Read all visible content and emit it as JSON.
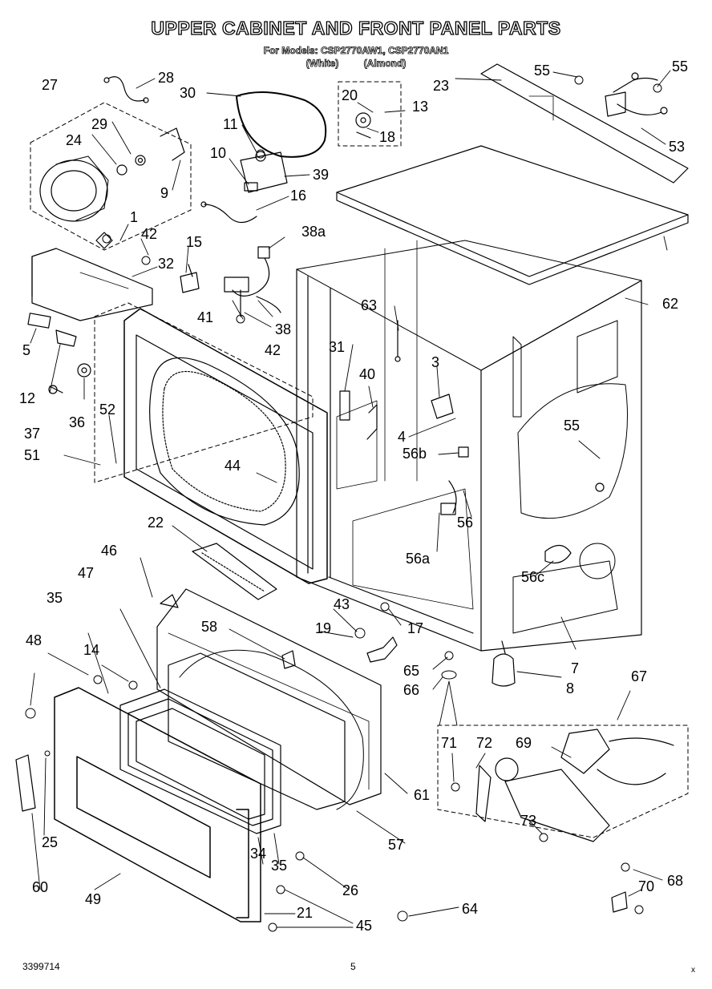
{
  "header": {
    "title": "UPPER CABINET AND FRONT PANEL PARTS",
    "models": "For Models: CSP2770AW1, CSP2770AN1",
    "variant_white": "(White)",
    "variant_almond": "(Almond)"
  },
  "labels": [
    "1",
    "3",
    "4",
    "5",
    "7",
    "8",
    "9",
    "10",
    "11",
    "12",
    "13",
    "14",
    "15",
    "16",
    "17",
    "18",
    "19",
    "20",
    "21",
    "22",
    "23",
    "24",
    "25",
    "26",
    "27",
    "28",
    "29",
    "30",
    "31",
    "32",
    "34",
    "35",
    "35",
    "36",
    "37",
    "38",
    "38a",
    "39",
    "40",
    "41",
    "42",
    "42",
    "43",
    "44",
    "45",
    "46",
    "47",
    "48",
    "49",
    "51",
    "52",
    "53",
    "55",
    "55",
    "55",
    "56",
    "56a",
    "56b",
    "56c",
    "57",
    "58",
    "60",
    "61",
    "62",
    "63",
    "64",
    "65",
    "66",
    "67",
    "68",
    "69",
    "70",
    "71",
    "72",
    "73"
  ],
  "footer": {
    "doc_number": "3399714",
    "page_number": "5",
    "mark": "x"
  }
}
